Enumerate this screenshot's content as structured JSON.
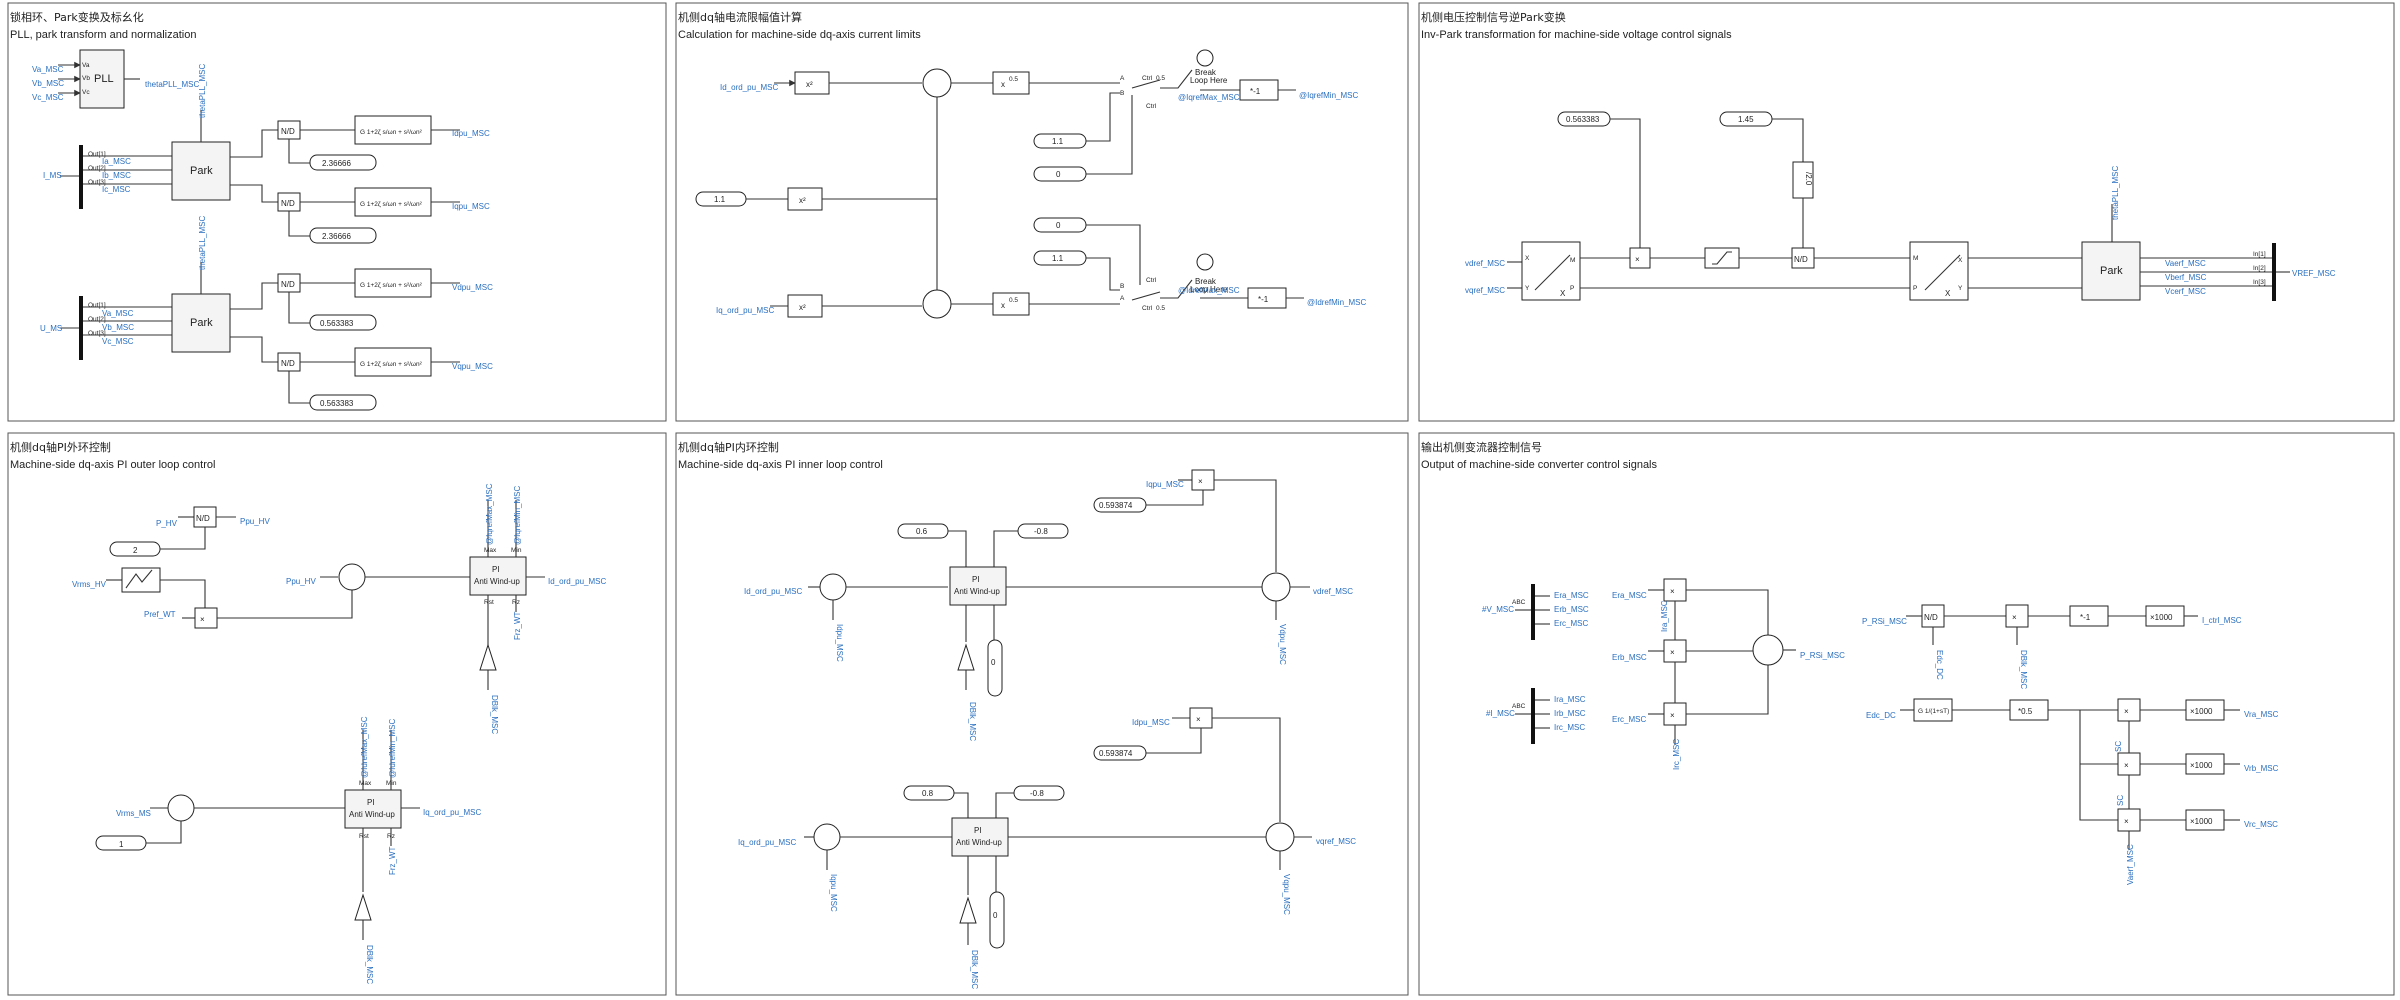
{
  "panels": [
    {
      "title_cn": "锁相环、Park变换及标幺化",
      "title_en": "PLL, park transform and normalization"
    },
    {
      "title_cn": "机侧dq轴电流限幅值计算",
      "title_en": "Calculation for machine-side dq-axis current limits"
    },
    {
      "title_cn": "机侧电压控制信号逆Park变换",
      "title_en": "Inv-Park transformation for machine-side voltage control signals"
    },
    {
      "title_cn": "机侧dq轴PI外环控制",
      "title_en": "Machine-side dq-axis PI outer loop control"
    },
    {
      "title_cn": "机侧dq轴PI内环控制",
      "title_en": "Machine-side dq-axis PI inner loop control"
    },
    {
      "title_cn": "输出机侧变流器控制信号",
      "title_en": "Output of machine-side converter control signals"
    }
  ],
  "p1": {
    "pll_in": [
      "Va_MSC",
      "Vb_MSC",
      "Vc_MSC"
    ],
    "pll_ports": [
      "Va",
      "Vb",
      "Vc"
    ],
    "pll_name": "PLL",
    "pll_out": "thetaPLL_MSC",
    "theta_top": "thetaPLL_MSC",
    "theta_bot": "thetaPLL_MSC",
    "i_bus": "I_MS",
    "u_bus": "U_MS",
    "bus_outs": [
      "Out[1]",
      "Out[2]",
      "Out[3]"
    ],
    "i_sigs": [
      "Ia_MSC",
      "Ib_MSC",
      "Ic_MSC"
    ],
    "u_sigs": [
      "Va_MSC",
      "Vb_MSC",
      "Vc_MSC"
    ],
    "park": "Park",
    "nd": "N/D",
    "consts": [
      "2.36666",
      "2.36666",
      "0.563383",
      "0.563383"
    ],
    "outs": [
      "Idpu_MSC",
      "Iqpu_MSC",
      "Vdpu_MSC",
      "Vqpu_MSC"
    ]
  },
  "p2": {
    "in_id": "Id_ord_pu_MSC",
    "in_iq": "Iq_ord_pu_MSC",
    "const_top": "1.1",
    "sqrt": "0.5",
    "c11": "1.1",
    "c0": "0",
    "c0b": "0",
    "c11b": "1.1",
    "ctrl": "Ctrl",
    "ctrl_val": "0.5",
    "break": "Break Loop Here",
    "neg": "*-1",
    "sig_top": "@IqrefMax_MSC",
    "sig_top_out": "@IqrefMin_MSC",
    "sig_bot": "@IdrefMax_MSC",
    "sig_bot_out": "@IdrefMin_MSC"
  },
  "p3": {
    "c1": "0.563383",
    "c2": "1.45",
    "inv2": "/2.0",
    "theta": "thetaPLL_MSC",
    "vin": [
      "vdref_MSC",
      "vqref_MSC"
    ],
    "mult": "×",
    "nd": "N/D",
    "park": "Park",
    "outs": [
      "Vaerf_MSC",
      "Vberf_MSC",
      "Vcerf_MSC"
    ],
    "outlabels": [
      "In[1]",
      "In[2]",
      "In[3]"
    ],
    "bus": "VREF_MSC"
  },
  "p4": {
    "p_in": "P_HV",
    "ppu": "Ppu_HV",
    "const2": "2",
    "vrms": "Vrms_HV",
    "pref": "Pref_WT",
    "ppu2": "Ppu_HV",
    "pi": "PI",
    "pi2": "Anti Wind-up",
    "max_top": "@IqrefMax_MSC",
    "min_top": "@IqrefMin_MSC",
    "out_top": "Id_ord_pu_MSC",
    "rst": "Rst",
    "rz": "Rz",
    "frz_top": "Frz_WT",
    "dblk_top": "DBlk_MSC",
    "vrms_ms": "Vrms_MS",
    "const1": "1",
    "max_bot": "@IdrefMax_MSC",
    "min_bot": "@IdrefMin_MSC",
    "out_bot": "Iq_ord_pu_MSC",
    "frz_bot": "Frz_WT",
    "dblk_bot": "DBlk_MSC"
  },
  "p5": {
    "in_top": "Id_ord_pu_MSC",
    "in_bot": "Iq_ord_pu_MSC",
    "idpu": "Idpu_MSC",
    "iqpu": "Iqpu_MSC",
    "iqpu2": "Iqpu_MSC",
    "idpu2": "Idpu_MSC",
    "vdpu": "Vdpu_MSC",
    "vqpu": "Vqpu_MSC",
    "lim_max": "0.6",
    "lim_min": "-0.8",
    "lim_max2": "0.8",
    "lim_min2": "-0.8",
    "gain": "0.593874",
    "gain2": "0.593874",
    "out_top": "vdref_MSC",
    "out_bot": "vqref_MSC",
    "dblk1": "DBlk_MSC",
    "dblk2": "DBlk_MSC",
    "zero": "0"
  },
  "p6": {
    "bus1": "#V_MSC",
    "bus2": "#I_MSC",
    "abc": "ABC",
    "ve": [
      "Era_MSC",
      "Erb_MSC",
      "Erc_MSC"
    ],
    "ie": [
      "Ira_MSC",
      "Irb_MSC",
      "Irc_MSC"
    ],
    "ea": "Era_MSC",
    "eb": "Erb_MSC",
    "ec": "Erc_MSC",
    "ia": "Ira_MSC",
    "ib": "Irb_MSC",
    "ic": "Irc_MSC",
    "p_out": "P_RSi_MSC",
    "p_in": "P_RSi_MSC",
    "edc": "Edc_DC",
    "dblk": "DBlk_MSC",
    "neg": "*-1",
    "k1000": "×1000",
    "i_out": "I_ctrl_MSC",
    "edc2": "Edc_DC",
    "half": "*0.5",
    "v_outs": [
      "Vra_MSC",
      "Vrb_MSC",
      "Vrc_MSC"
    ],
    "vref": "Vaerf_MSC",
    "sc": "SC"
  }
}
